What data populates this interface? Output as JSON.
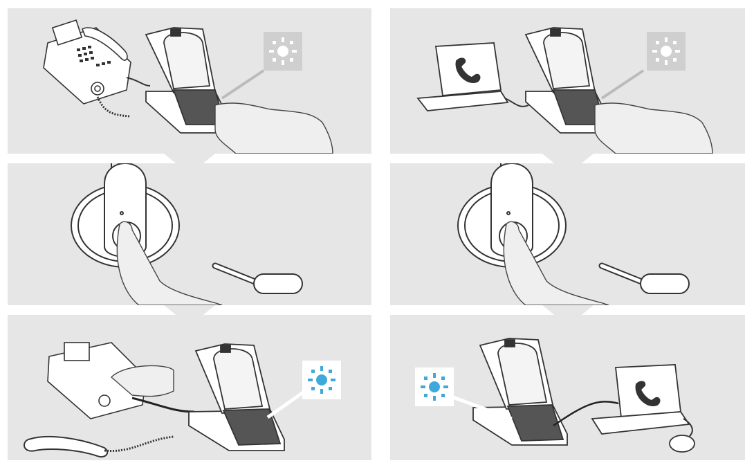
{
  "figure": {
    "columns": [
      {
        "id": "desk-phone",
        "steps": [
          {
            "scene": "desk-phone-next-to-base-station-finger-on-button",
            "indicator": "light-off-icon"
          },
          {
            "scene": "finger-pressing-headset-button",
            "indicator": ""
          },
          {
            "scene": "dialing-desk-phone-handset-lifted",
            "indicator": "light-blue-icon"
          }
        ]
      },
      {
        "id": "computer",
        "steps": [
          {
            "scene": "laptop-next-to-base-station-finger-on-button",
            "indicator": "light-off-icon"
          },
          {
            "scene": "finger-pressing-headset-button",
            "indicator": ""
          },
          {
            "scene": "laptop-with-mouse-base-station-connected",
            "indicator": "light-blue-icon"
          }
        ]
      }
    ],
    "colors": {
      "panel": "#e6e6e6",
      "indicator_off_bg": "#cfcfcf",
      "indicator_on": "#3fa9dc",
      "indicator_on_bg": "#ffffff",
      "line": "#333333",
      "pad": "#555555"
    }
  }
}
